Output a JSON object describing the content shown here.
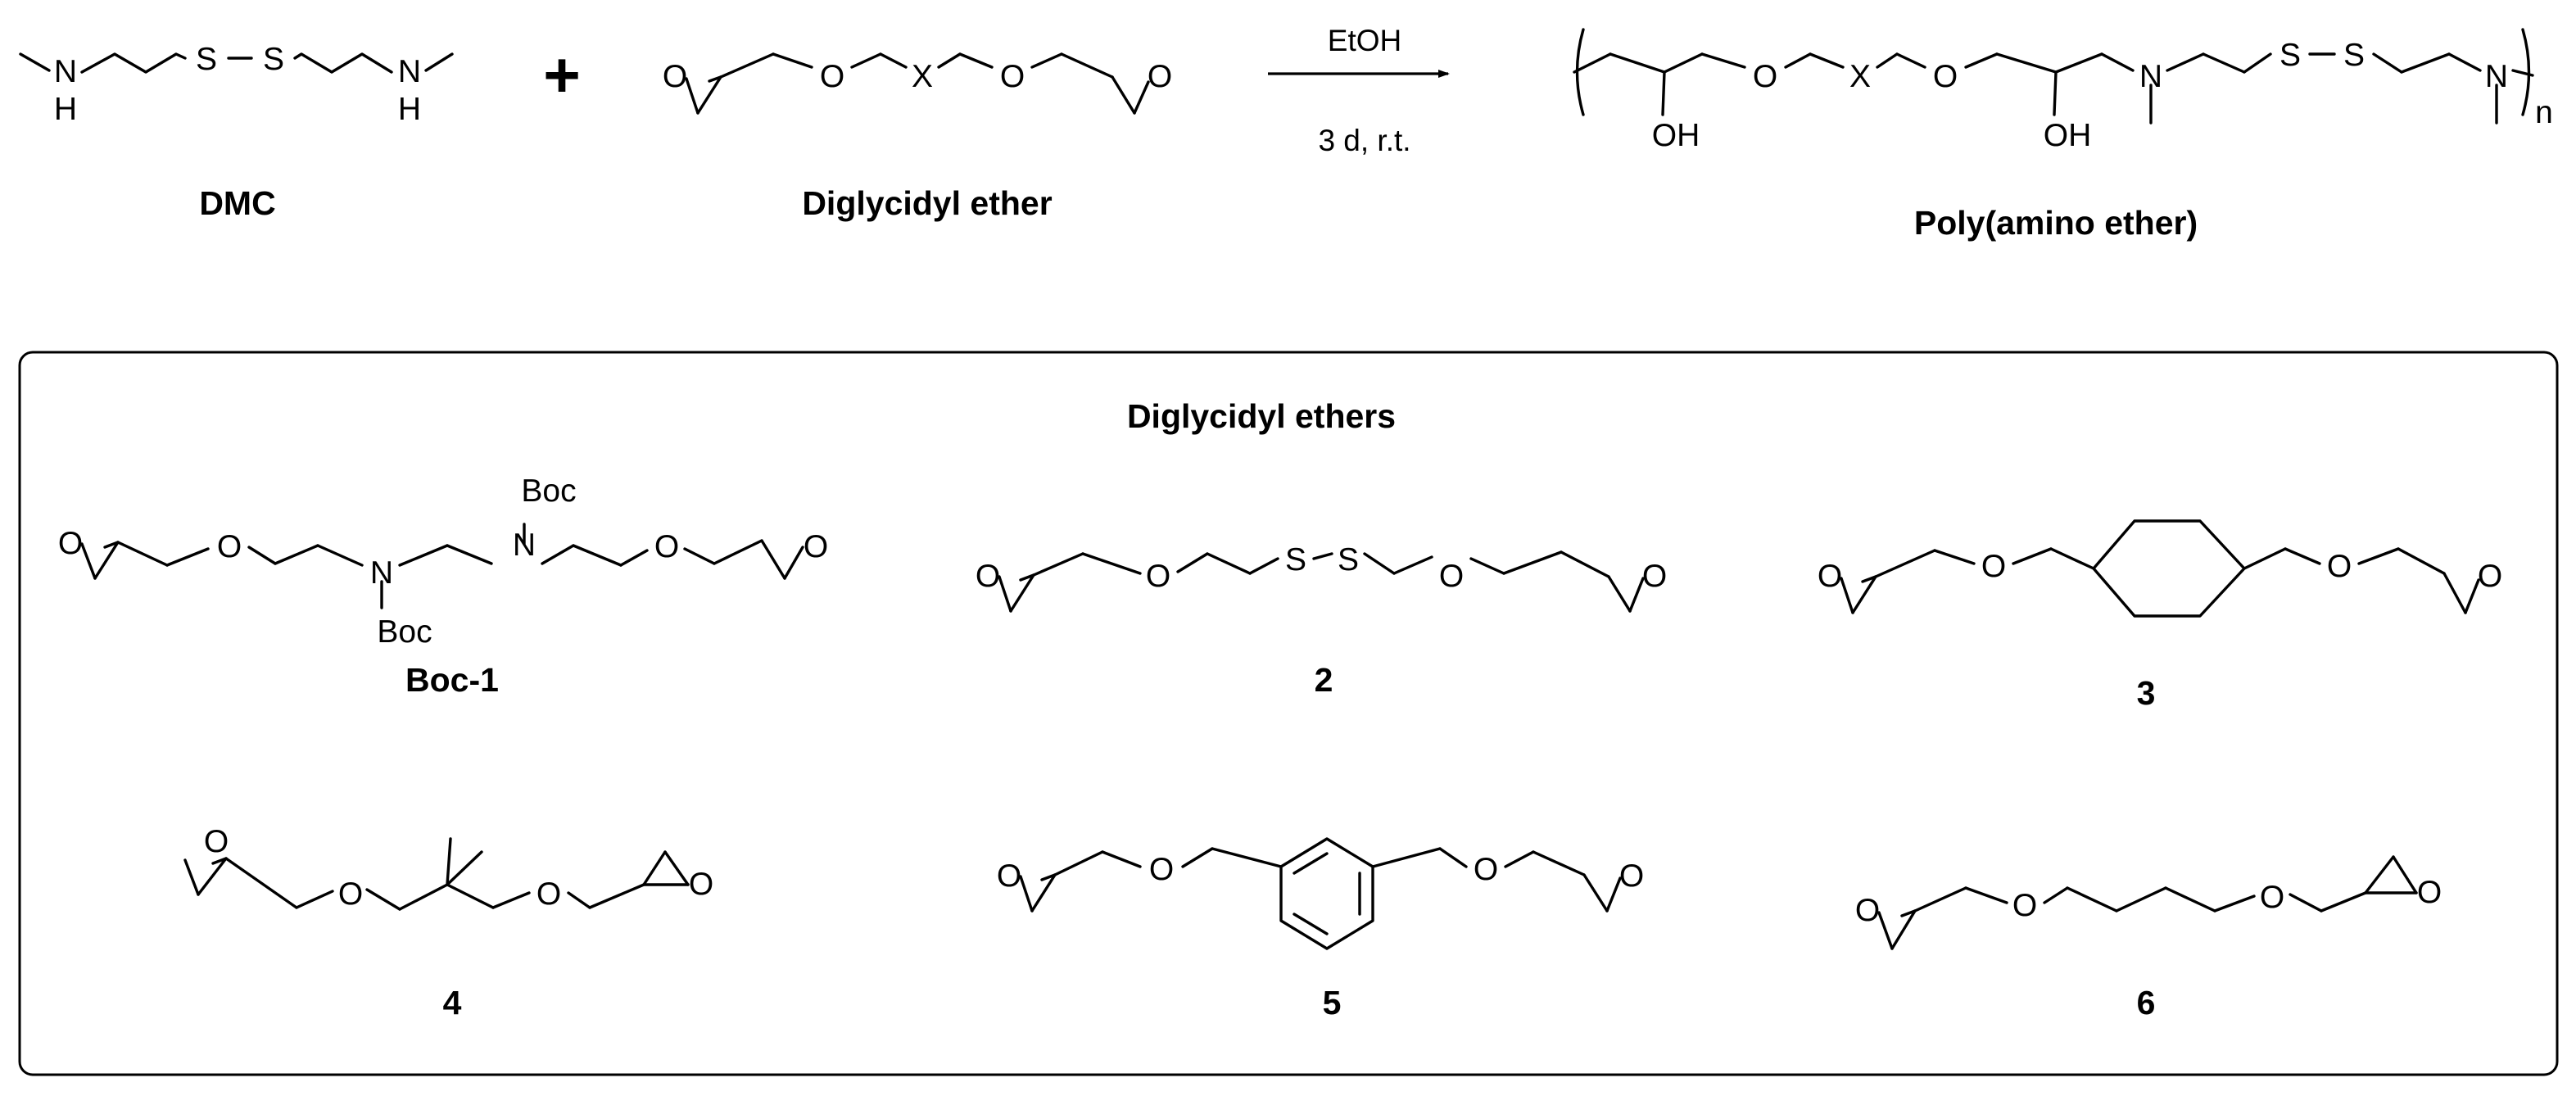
{
  "reaction": {
    "reactant1": {
      "name": "DMC",
      "atoms": {
        "h": "H",
        "n": "N",
        "s": "S"
      }
    },
    "plus": "+",
    "reactant2": {
      "name": "Diglycidyl ether",
      "atoms": {
        "o": "O",
        "x": "X"
      }
    },
    "conditions": {
      "solvent": "EtOH",
      "time_temp": "3 d, r.t."
    },
    "product": {
      "name": "Poly(amino ether)",
      "atoms": {
        "oh": "OH",
        "o": "O",
        "x": "X",
        "n": "N",
        "s": "S",
        "sub": "n"
      }
    }
  },
  "panel": {
    "title": "Diglycidyl ethers",
    "atoms": {
      "o": "O",
      "n": "N",
      "s": "S",
      "boc": "Boc"
    },
    "compounds": [
      {
        "label": "Boc-1"
      },
      {
        "label": "2"
      },
      {
        "label": "3"
      },
      {
        "label": "4"
      },
      {
        "label": "5"
      },
      {
        "label": "6"
      }
    ]
  }
}
